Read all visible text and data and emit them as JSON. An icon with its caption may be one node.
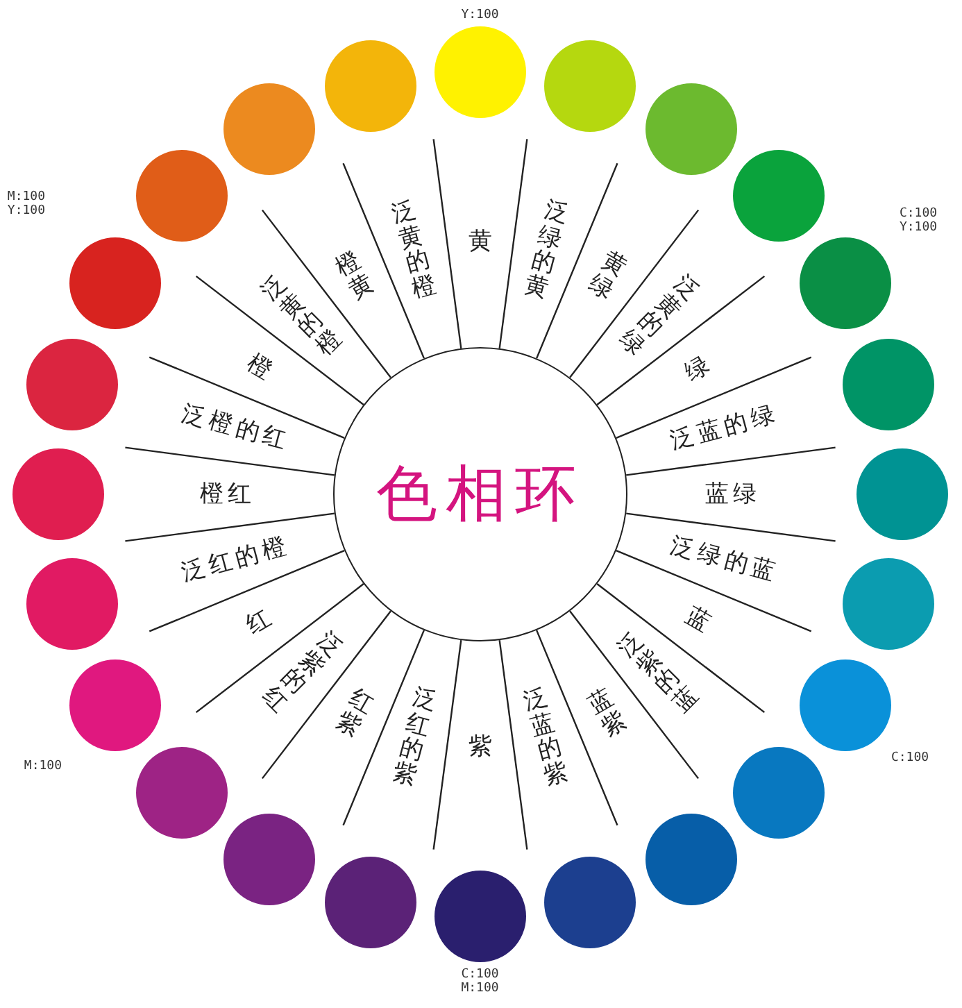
{
  "diagram": {
    "nodes": [
      {
        "text": [
          "色相环"
        ]
      },
      {
        "text": [],
        "shape": "circle",
        "beside": [
          "Y:100"
        ]
      },
      {
        "text": [],
        "shape": "circle"
      },
      {
        "text": [],
        "shape": "circle"
      },
      {
        "text": [],
        "shape": "circle"
      },
      {
        "text": [],
        "shape": "circle",
        "beside": [
          "C:100 Y:100"
        ]
      },
      {
        "text": [],
        "shape": "circle"
      },
      {
        "text": [],
        "shape": "circle"
      },
      {
        "text": [],
        "shape": "circle"
      },
      {
        "text": [],
        "shape": "circle",
        "beside": [
          "C:100"
        ]
      },
      {
        "text": [],
        "shape": "circle"
      },
      {
        "text": [],
        "shape": "circle"
      },
      {
        "text": [],
        "shape": "circle"
      },
      {
        "text": [],
        "shape": "circle",
        "beside": [
          "C:100 M:100"
        ]
      },
      {
        "text": [],
        "shape": "circle"
      },
      {
        "text": [],
        "shape": "circle"
      },
      {
        "text": [],
        "shape": "circle"
      },
      {
        "text": [],
        "shape": "circle",
        "beside": [
          "M:100"
        ]
      },
      {
        "text": [],
        "shape": "circle"
      },
      {
        "text": [],
        "shape": "circle"
      },
      {
        "text": [],
        "shape": "circle"
      },
      {
        "text": [],
        "shape": "circle",
        "beside": [
          "M:100 Y:100"
        ]
      },
      {
        "text": [],
        "shape": "circle"
      },
      {
        "text": [],
        "shape": "circle"
      },
      {
        "text": [],
        "shape": "circle"
      }
    ],
    "labels": [
      "黄",
      "泛绿的黄",
      "黄绿",
      "泛黄的绿",
      "绿",
      "泛蓝的绿",
      "蓝绿",
      "泛绿的蓝",
      "蓝",
      "泛紫的蓝",
      "蓝紫",
      "泛蓝的紫",
      "紫",
      "泛红的紫",
      "红紫",
      "泛紫的红",
      "红",
      "泛红的橙",
      "橙红",
      "泛橙的红",
      "橙",
      "泛黄的橙",
      "橙黄",
      "泛黄的橙"
    ]
  }
}
